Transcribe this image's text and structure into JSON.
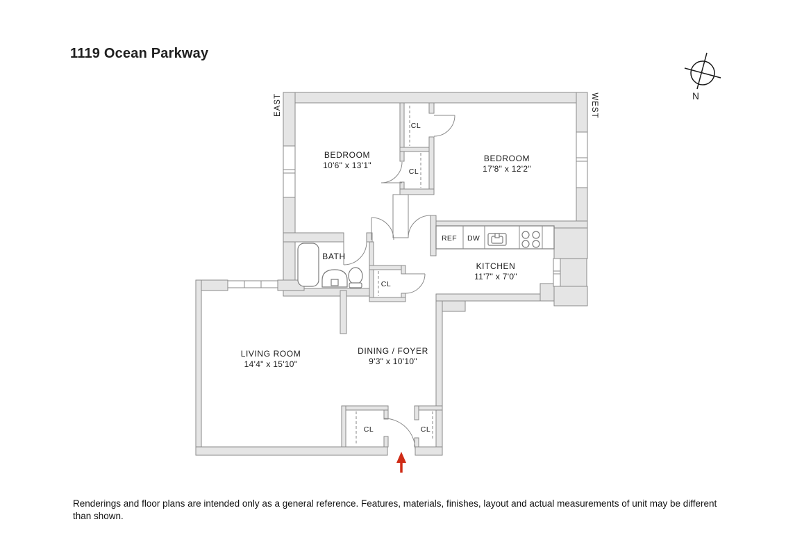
{
  "header": {
    "title": "1119 Ocean Parkway"
  },
  "compass": {
    "north_label": "N"
  },
  "orientation_labels": {
    "east": "EAST",
    "west": "WEST"
  },
  "rooms": {
    "bedroom_left": {
      "name": "BEDROOM",
      "dimensions": "10'6\" x 13'1\""
    },
    "bedroom_right": {
      "name": "BEDROOM",
      "dimensions": "17'8\" x 12'2\""
    },
    "kitchen": {
      "name": "KITCHEN",
      "dimensions": "11'7\" x 7'0\""
    },
    "bath": {
      "name": "BATH"
    },
    "living_room": {
      "name": "LIVING ROOM",
      "dimensions": "14'4\" x 15'10\""
    },
    "dining_foyer": {
      "name": "DINING / FOYER",
      "dimensions": "9'3\" x 10'10\""
    }
  },
  "closet_label": "CL",
  "appliances": {
    "refrigerator": "REF",
    "dishwasher": "DW"
  },
  "colors": {
    "wall_fill": "#e5e5e5",
    "wall_line": "#8a8a8a",
    "entry_arrow": "#cf2b16"
  },
  "footer": {
    "disclaimer": "Renderings and floor plans are intended only as a general reference. Features, materials, finishes, layout and actual measurements of unit may be different than shown."
  }
}
